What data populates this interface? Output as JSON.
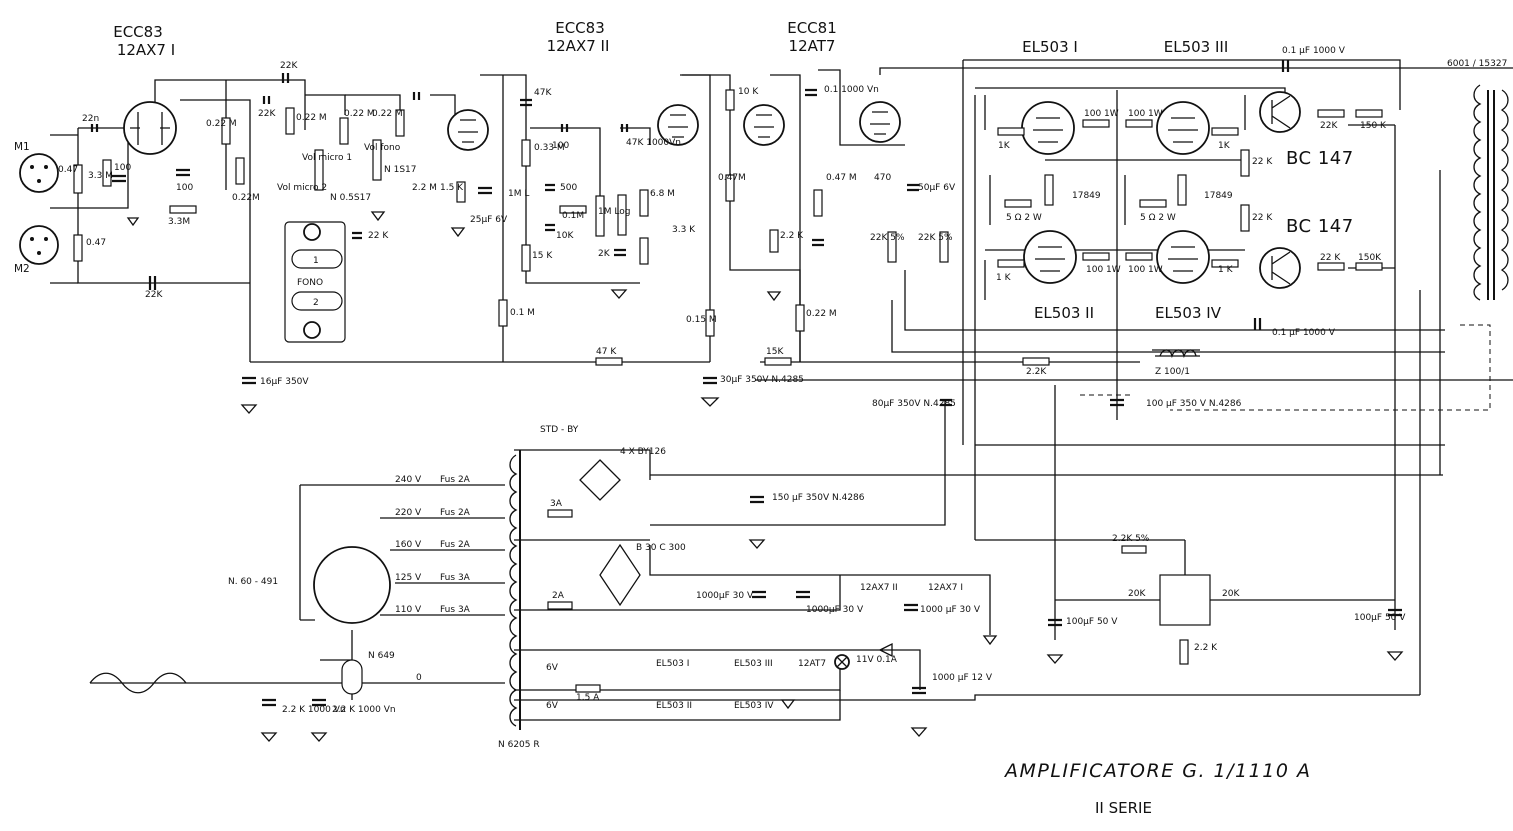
{
  "titles": {
    "v1_type": "ECC83",
    "v1_sub": "12AX7 I",
    "v2_type": "ECC83",
    "v2_sub": "12AX7 II",
    "v3_type": "ECC81",
    "v3_sub": "12AT7",
    "el_1": "EL503 I",
    "el_3": "EL503 III",
    "el_2": "EL503 II",
    "el_4": "EL503 IV",
    "bc_top": "BC 147",
    "bc_bot": "BC 147",
    "transformer_out": "6001 / 15327",
    "amplifier": "AMPLIFICATORE  G. 1/1110 A",
    "series": "II  SERIE"
  },
  "inputs": {
    "mic1": "M1",
    "mic2": "M2",
    "fono": "FONO",
    "fono_1": "1",
    "fono_2": "2"
  },
  "pre_labels": {
    "c_22n": "22n",
    "r_047_a": "0.47",
    "r_33m": "3.3 M",
    "c_100_a": "100",
    "c_100_b": "100",
    "r_33m_b": "3.3M",
    "r_047_b": "0.47",
    "c_22k_bottom": "22K",
    "c_22k_top": "22K",
    "r_022m_a": "0.22 M",
    "c_22k_b": "22K",
    "r_022m_b": "0.22M",
    "vol_micro2": "Vol micro 2",
    "r_022m_c": "0.22 M",
    "vol_micro1": "Vol micro 1",
    "n_0s517": "N 0.5S17",
    "r_022m_d": "0.22 M",
    "vol_fono": "Vol fono",
    "r_022m_e": "0.22 M",
    "n_1s17": "N 1S17",
    "r_22k": "22 K",
    "r_22m": "2.2 M",
    "r_15k": "1.5 K",
    "c_25uf": "25µF 6V",
    "c_16uf": "16µF 350V"
  },
  "driver_labels": {
    "r_47k": "47K",
    "r_033m": "0.33 M",
    "c_100": "100",
    "c_500": "500",
    "r_01m": "0.1M",
    "c_10k": "10K",
    "r_1m_l": "1M L",
    "r_15k": "15 K",
    "c_47k": "47K 1000Vn",
    "r_1m_log": "1M Log",
    "r_2k": "2K",
    "r_68m": "6.8 M",
    "r_33k": "3.3 K",
    "r_01m_b": "0.1 M",
    "r_015m": "0.15 M",
    "r_47k_b": "47 K",
    "c_30uf": "30µF 350V N.4285",
    "r_10k": "10 K",
    "r_047m": "0.47M",
    "r_22k": "2.2 K",
    "c_01": "0.1 1000 Vn",
    "r_022m": "0.22 M",
    "r_15k_b": "15K",
    "r_047m_b": "0.47 M",
    "pot_470": "470",
    "c_50uf": "50µF 6V",
    "r_22k_5": "22K 5%",
    "r_22k_5b": "22K 5%",
    "c_80uf": "80µF 350V N.4285"
  },
  "output_labels": {
    "c_01uf_top": "0.1 µF 1000 V",
    "r_1k_a": "1K",
    "r_100_a": "100 1W",
    "r_100_b": "100 1W",
    "r_1k_b": "1K",
    "r_22k_a": "22K",
    "r_150k_a": "150 K",
    "r_22k_b": "22 K",
    "r_22k_c": "22 K",
    "diode_a": "17849",
    "diode_b": "17849",
    "r_5a": "5 Ω 2 W",
    "r_5b": "5 Ω 2 W",
    "r_1k_c": "1 K",
    "r_100_c": "100 1W",
    "r_100_d": "100 1W",
    "r_1k_d": "1 K",
    "r_22k_d": "22 K",
    "r_150k_b": "150K",
    "c_01uf_bot": "0.1 µF  1000 V",
    "r_22k_e": "2.2K",
    "choke": "Z 100/1",
    "c_100uf": "100 µF 350 V N.4286"
  },
  "psu_labels": {
    "standby": "STD - BY",
    "bridge1": "4 X BY126",
    "fuse_3a": "3A",
    "c_150uf": "150 µF 350V N.4286",
    "tap_240": "240 V",
    "tap_220": "220 V",
    "tap_160": "160 V",
    "tap_125": "125 V",
    "tap_110": "110 V",
    "fus_240": "Fus 2A",
    "fus_220": "Fus 2A",
    "fus_160": "Fus 2A",
    "fus_125": "Fus 3A",
    "fus_110": "Fus 3A",
    "selector": "N. 60 - 491",
    "n649": "N 649",
    "zero": "0",
    "cap_22k_1": "2.2 K 1000 Vn",
    "cap_22k_2": "2.2 K 1000 Vn",
    "transformer": "N 6205 R",
    "bridge2": "B 30 C 300",
    "fuse_2a": "2A",
    "c_1000uf_a": "1000µF 30 V",
    "c_1000uf_b": "1000µF 30 V",
    "heater_12ax7_ii": "12AX7 II",
    "heater_12ax7_i": "12AX7 I",
    "c_1000uf_c": "1000 µF 30 V",
    "v6_a": "6V",
    "v6_b": "6V",
    "fuse_15a": "1.5 A",
    "h_el503_i": "EL503 I",
    "h_el503_ii": "EL503 II",
    "h_el503_iii": "EL503 III",
    "h_el503_iv": "EL503 IV",
    "h_12at7": "12AT7",
    "lamp": "11V 0.1A",
    "c_1000uf_12v": "1000 µF 12 V",
    "r_22k_5pct": "2.2K 5%",
    "r_20k_a": "20K",
    "r_20k_b": "20K",
    "r_22k_b": "2.2 K",
    "c_100uf_a": "100µF 50 V",
    "c_100uf_b": "100µF 50 V"
  }
}
